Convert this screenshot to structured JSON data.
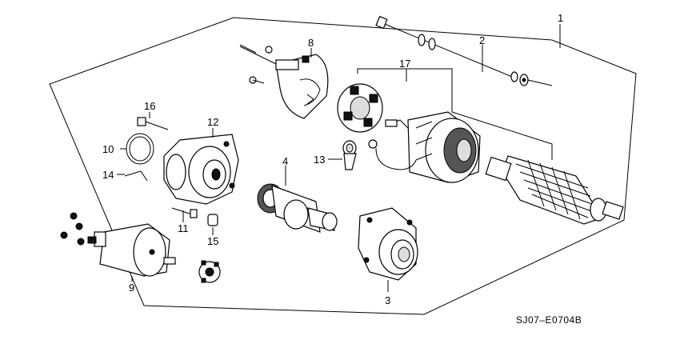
{
  "diagram_code": "SJ07–E0704B",
  "callouts": {
    "p1": "1",
    "p2": "2",
    "p3": "3",
    "p4": "4",
    "p8": "8",
    "p9": "9",
    "p10": "10",
    "p11": "11",
    "p12": "12",
    "p13": "13",
    "p14": "14",
    "p15": "15",
    "p16": "16",
    "p17": "17"
  }
}
